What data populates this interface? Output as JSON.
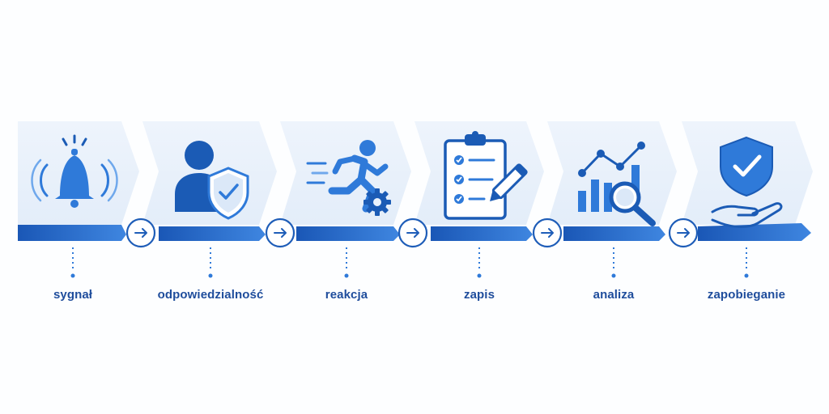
{
  "colors": {
    "panel_bg": "#eaf2fc",
    "ribbon_dark": "#1a57b6",
    "ribbon_light": "#3f86e0",
    "icon_dark": "#1b5bb5",
    "icon_mid": "#2f7ad9",
    "icon_light": "#6fa8ec",
    "arrow_ring": "#1e5db8",
    "label": "#1f4d9c"
  },
  "steps": [
    {
      "label": "sygnał",
      "icon": "bell-icon"
    },
    {
      "label": "odpowiedzialność",
      "icon": "person-shield-icon"
    },
    {
      "label": "reakcja",
      "icon": "running-person-gear-icon"
    },
    {
      "label": "zapis",
      "icon": "clipboard-checklist-icon"
    },
    {
      "label": "analiza",
      "icon": "chart-magnifier-icon"
    },
    {
      "label": "zapobieganie",
      "icon": "hand-shield-icon"
    }
  ],
  "connectors": [
    {
      "icon": "arrow-right-icon"
    },
    {
      "icon": "arrow-right-icon"
    },
    {
      "icon": "arrow-right-icon"
    },
    {
      "icon": "arrow-right-icon"
    },
    {
      "icon": "arrow-right-icon"
    }
  ]
}
